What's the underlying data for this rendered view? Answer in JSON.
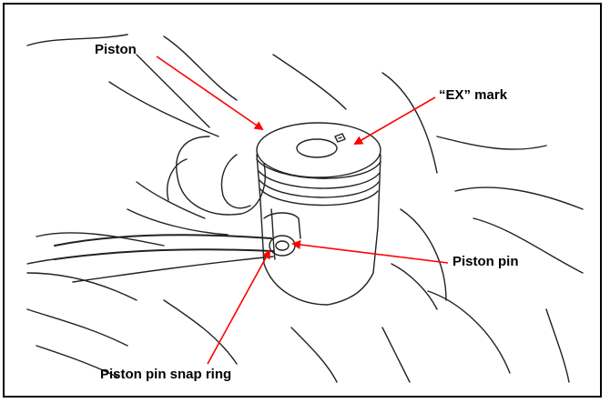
{
  "labels": {
    "piston": "Piston",
    "ex_mark": "“EX” mark",
    "piston_pin": "Piston pin",
    "snap_ring": "Piston pin snap ring"
  },
  "colors": {
    "leader": "#ff0000",
    "line_art": "#222222",
    "border": "#000000"
  }
}
